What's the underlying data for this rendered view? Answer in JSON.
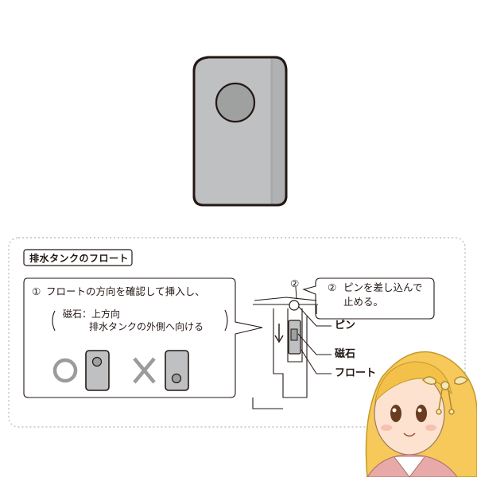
{
  "section": {
    "title": "排水タンクのフロート"
  },
  "step1": {
    "number": "①",
    "text": "フロートの方向を確認して挿入し、",
    "bracket_open": "(",
    "magnet_label": "磁石：上方向",
    "magnet_detail": "排水タンクの外側へ向ける",
    "bracket_close": ")"
  },
  "step2": {
    "marker": "②",
    "number": "②",
    "text_line1": "ピンを差し込んで",
    "text_line2": "止める。"
  },
  "callouts": {
    "pin": "ピン",
    "magnet": "磁石",
    "float": "フロート"
  },
  "examples": {
    "correct_symbol": "O",
    "wrong_symbol": "×"
  },
  "colors": {
    "float_body": "#bfc0c2",
    "outline": "#231815",
    "dashed_border": "#b5b5b6",
    "correct_mark": "#9a9b9d",
    "wrong_mark": "#9a9b9d"
  }
}
